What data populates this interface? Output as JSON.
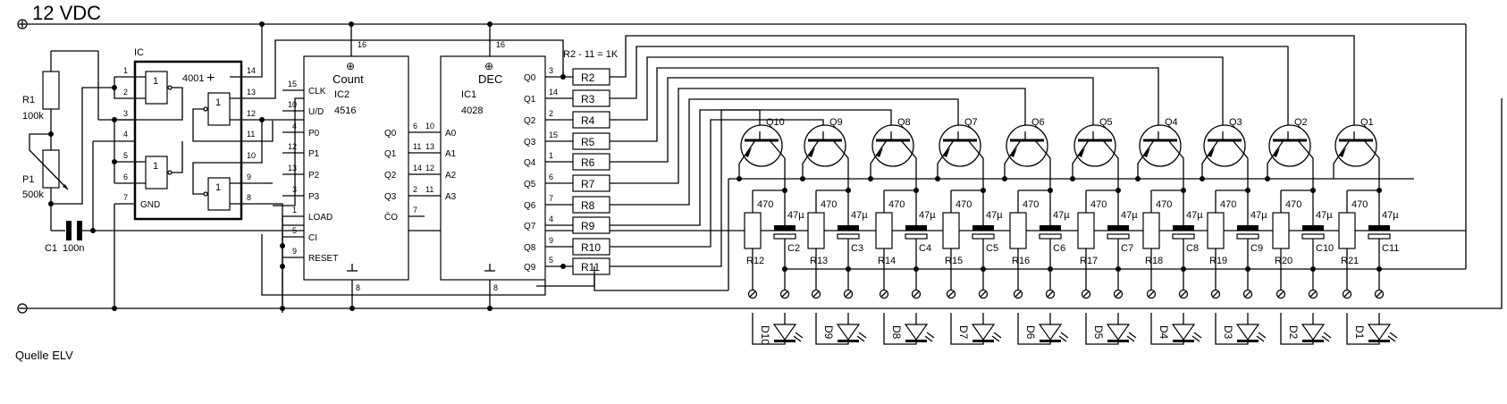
{
  "title": "12 VDC",
  "supply": {
    "plus_symbol": "⊕",
    "minus_symbol": "⊖"
  },
  "source": "Quelle ELV",
  "ic_4001": {
    "label": "IC",
    "part": "4001",
    "plus": "+",
    "gnd": "GND",
    "gate_label": "1",
    "left_pins": [
      "1",
      "2",
      "3",
      "4",
      "5",
      "6",
      "7"
    ],
    "right_pins": [
      "14",
      "13",
      "12",
      "11",
      "10",
      "9",
      "8"
    ]
  },
  "r1": {
    "name": "R1",
    "value": "100k"
  },
  "p1": {
    "name": "P1",
    "value": "500k"
  },
  "c1": {
    "name": "C1",
    "value": "100n"
  },
  "ic2": {
    "name": "IC2",
    "part": "4516",
    "function": "Count",
    "vcc_pin": "16",
    "gnd_pin": "8",
    "left_pins": [
      {
        "pin": "15",
        "label": "CLK"
      },
      {
        "pin": "10",
        "label": "U/D"
      },
      {
        "pin": "4",
        "label": "P0"
      },
      {
        "pin": "12",
        "label": "P1"
      },
      {
        "pin": "13",
        "label": "P2"
      },
      {
        "pin": "3",
        "label": "P3"
      },
      {
        "pin": "1",
        "label": "LOAD"
      },
      {
        "pin": "5",
        "label": "CI"
      },
      {
        "pin": "9",
        "label": "RESET"
      }
    ],
    "right_pins": [
      {
        "pin": "6",
        "label": "Q0"
      },
      {
        "pin": "11",
        "label": "Q1"
      },
      {
        "pin": "14",
        "label": "Q2"
      },
      {
        "pin": "2",
        "label": "Q3"
      },
      {
        "pin": "7",
        "label": "C̄O"
      }
    ]
  },
  "ic1": {
    "name": "IC1",
    "part": "4028",
    "function": "DEC",
    "vcc_pin": "16",
    "gnd_pin": "8",
    "left_pins": [
      {
        "pin": "10",
        "label": "A0"
      },
      {
        "pin": "13",
        "label": "A1"
      },
      {
        "pin": "12",
        "label": "A2"
      },
      {
        "pin": "11",
        "label": "A3"
      }
    ],
    "right_pins": [
      {
        "pin": "3",
        "label": "Q0"
      },
      {
        "pin": "14",
        "label": "Q1"
      },
      {
        "pin": "2",
        "label": "Q2"
      },
      {
        "pin": "15",
        "label": "Q3"
      },
      {
        "pin": "1",
        "label": "Q4"
      },
      {
        "pin": "6",
        "label": "Q5"
      },
      {
        "pin": "7",
        "label": "Q6"
      },
      {
        "pin": "4",
        "label": "Q7"
      },
      {
        "pin": "9",
        "label": "Q8"
      },
      {
        "pin": "5",
        "label": "Q9"
      }
    ]
  },
  "series_resistors": {
    "note": "R2 - 11 = 1K",
    "names": [
      "R2",
      "R3",
      "R4",
      "R5",
      "R6",
      "R7",
      "R8",
      "R9",
      "R10",
      "R11"
    ]
  },
  "stages": [
    {
      "q": "Q10",
      "r": "R12",
      "c": "C2",
      "d": "D10"
    },
    {
      "q": "Q9",
      "r": "R13",
      "c": "C3",
      "d": "D9"
    },
    {
      "q": "Q8",
      "r": "R14",
      "c": "C4",
      "d": "D8"
    },
    {
      "q": "Q7",
      "r": "R15",
      "c": "C5",
      "d": "D7"
    },
    {
      "q": "Q6",
      "r": "R16",
      "c": "C6",
      "d": "D6"
    },
    {
      "q": "Q5",
      "r": "R17",
      "c": "C7",
      "d": "D5"
    },
    {
      "q": "Q4",
      "r": "R18",
      "c": "C8",
      "d": "D4"
    },
    {
      "q": "Q3",
      "r": "R19",
      "c": "C9",
      "d": "D3"
    },
    {
      "q": "Q2",
      "r": "R20",
      "c": "C10",
      "d": "D2"
    },
    {
      "q": "Q1",
      "r": "R21",
      "c": "C11",
      "d": "D1"
    }
  ],
  "stage_values": {
    "resistor": "470",
    "capacitor": "47µ"
  }
}
